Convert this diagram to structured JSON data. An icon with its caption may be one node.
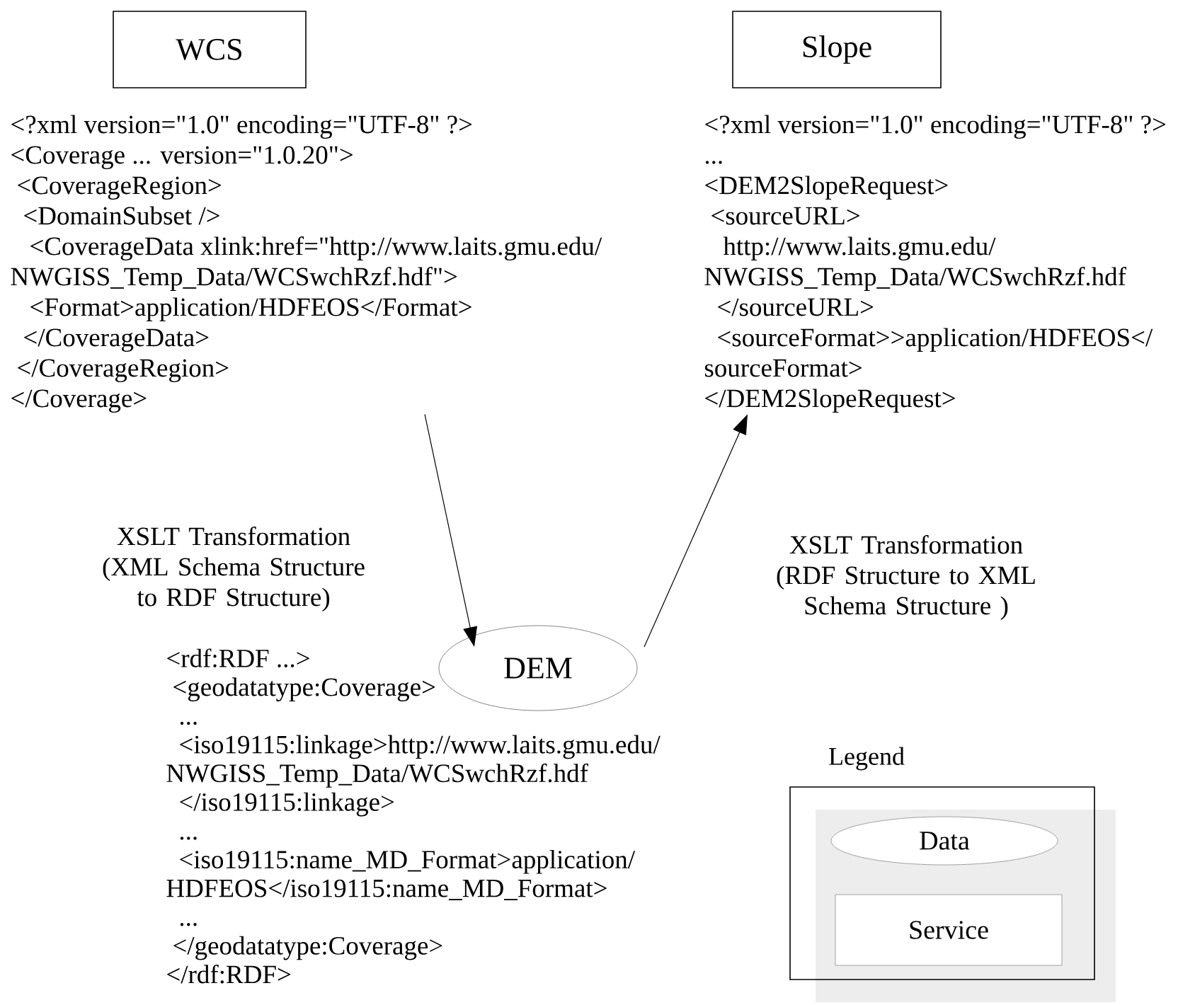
{
  "diagram": {
    "nodes": [
      {
        "text": [
          "WCS"
        ]
      },
      {
        "text": [
          "Slope"
        ]
      },
      {
        "text": [
          "<?xml version=\"1.0\" encoding=\"UTF-8\" ?>",
          "<Coverage ... version=\"1.0.20\">",
          "<CoverageRegion>",
          "<DomainSubset />",
          "<CoverageData xlink:href=\"http://www.laits.gmu.edu/",
          "NWGISS_Temp_Data/WCSwchRzf.hdf\">",
          "<Format>application/HDFEOS</Format>",
          "</CoverageData>",
          "</CoverageRegion>",
          "</Coverage>"
        ]
      },
      {
        "text": [
          "<?xml version=\"1.0\" encoding=\"UTF-8\" ?>",
          "...",
          "<DEM2SlopeRequest>",
          "<sourceURL>",
          "http://www.laits.gmu.edu/",
          "NWGISS_Temp_Data/WCSwchRzf.hdf",
          "</sourceURL>",
          "<sourceFormat>>application/HDFEOS</",
          "sourceFormat>",
          "</DEM2SlopeRequest>"
        ]
      },
      {
        "text": [
          "DEM"
        ]
      },
      {
        "text": [
          "<rdf:RDF ...>",
          "<geodatatype:Coverage>",
          "...",
          "<iso19115:linkage>http://www.laits.gmu.edu/",
          "NWGISS_Temp_Data/WCSwchRzf.hdf",
          "</iso19115:linkage>",
          "...",
          "<iso19115:name_MD_Format>application/",
          "HDFEOS</iso19115:name_MD_Format>",
          "...",
          "</geodatatype:Coverage>",
          "</rdf:RDF>"
        ]
      }
    ],
    "edges": [
      {
        "from": 2,
        "to": 5,
        "arrow": "to",
        "label": "XSLT Transformation (XML Schema Structure to RDF Structure)"
      },
      {
        "from": 5,
        "to": 3,
        "arrow": "to",
        "label": "XSLT Transformation (RDF Structure to XML Schema Structure )"
      }
    ],
    "labels": [
      "Legend"
    ],
    "legend": [
      {
        "text": "Data"
      },
      {
        "text": "Service"
      }
    ]
  }
}
